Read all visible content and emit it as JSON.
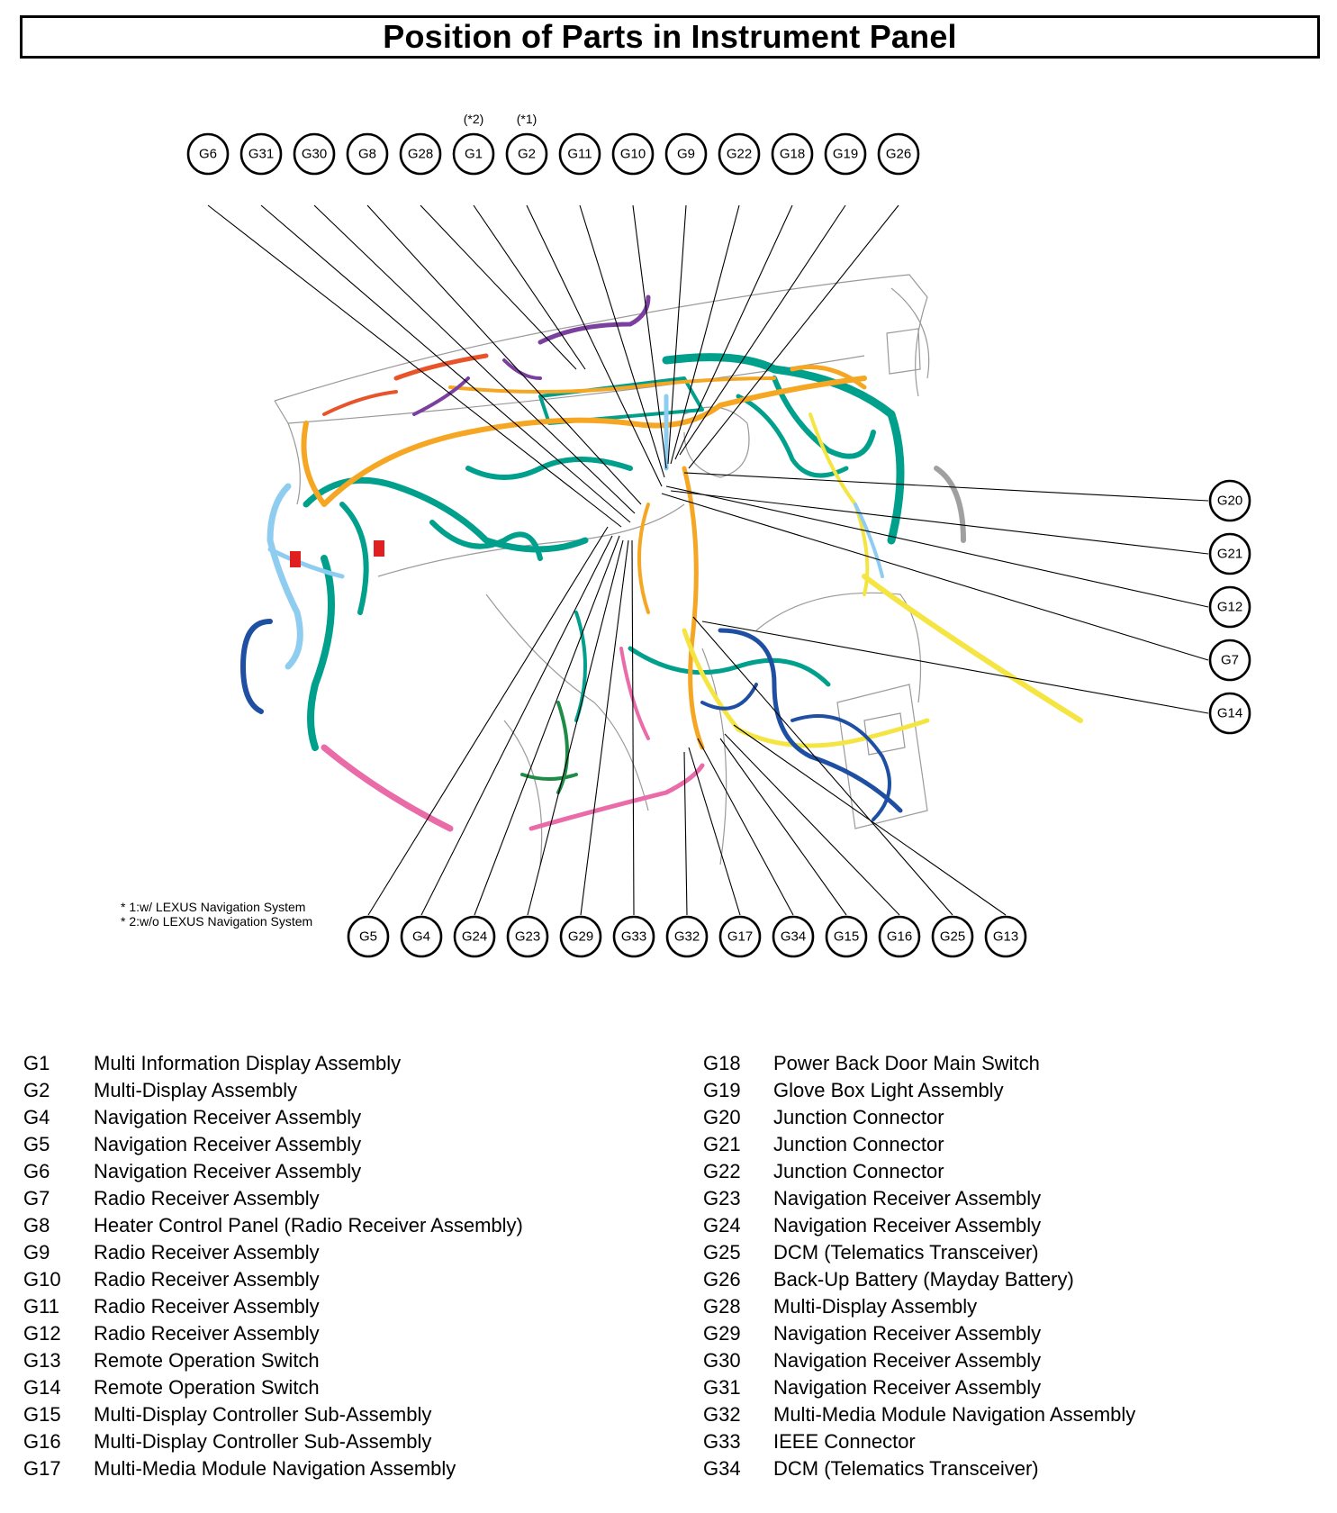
{
  "title": "Position of Parts in Instrument Panel",
  "colors": {
    "teal": "#00a08c",
    "orange": "#f5a623",
    "yellow": "#f4e542",
    "light_blue": "#8fcdf0",
    "dark_blue": "#1f4fa3",
    "pink": "#e96ba8",
    "purple": "#7b3fa0",
    "red_orange": "#e8542a",
    "green": "#1e8c46",
    "red": "#e02020"
  },
  "notes": [
    "* 1:w/ LEXUS Navigation System",
    "* 2:w/o LEXUS Navigation System"
  ],
  "top_markers": {
    "G1": "(*2)",
    "G2": "(*1)"
  },
  "callouts": {
    "top": [
      "G6",
      "G31",
      "G30",
      "G8",
      "G28",
      "G1",
      "G2",
      "G11",
      "G10",
      "G9",
      "G22",
      "G18",
      "G19",
      "G26"
    ],
    "right": [
      "G20",
      "G21",
      "G12",
      "G7",
      "G14"
    ],
    "bottom": [
      "G5",
      "G4",
      "G24",
      "G23",
      "G29",
      "G33",
      "G32",
      "G17",
      "G34",
      "G15",
      "G16",
      "G25",
      "G13"
    ]
  },
  "legend_left": [
    {
      "id": "G1",
      "name": "Multi Information Display Assembly"
    },
    {
      "id": "G2",
      "name": "Multi-Display Assembly"
    },
    {
      "id": "G4",
      "name": "Navigation Receiver Assembly"
    },
    {
      "id": "G5",
      "name": "Navigation Receiver Assembly"
    },
    {
      "id": "G6",
      "name": "Navigation Receiver Assembly"
    },
    {
      "id": "G7",
      "name": "Radio Receiver Assembly"
    },
    {
      "id": "G8",
      "name": "Heater Control Panel (Radio Receiver Assembly)"
    },
    {
      "id": "G9",
      "name": "Radio Receiver Assembly"
    },
    {
      "id": "G10",
      "name": "Radio Receiver Assembly"
    },
    {
      "id": "G11",
      "name": "Radio Receiver Assembly"
    },
    {
      "id": "G12",
      "name": "Radio Receiver Assembly"
    },
    {
      "id": "G13",
      "name": "Remote Operation Switch"
    },
    {
      "id": "G14",
      "name": "Remote Operation Switch"
    },
    {
      "id": "G15",
      "name": "Multi-Display Controller Sub-Assembly"
    },
    {
      "id": "G16",
      "name": "Multi-Display Controller Sub-Assembly"
    },
    {
      "id": "G17",
      "name": "Multi-Media Module Navigation Assembly"
    }
  ],
  "legend_right": [
    {
      "id": "G18",
      "name": "Power Back Door Main Switch"
    },
    {
      "id": "G19",
      "name": "Glove Box Light Assembly"
    },
    {
      "id": "G20",
      "name": "Junction Connector"
    },
    {
      "id": "G21",
      "name": "Junction Connector"
    },
    {
      "id": "G22",
      "name": "Junction Connector"
    },
    {
      "id": "G23",
      "name": "Navigation Receiver Assembly"
    },
    {
      "id": "G24",
      "name": "Navigation Receiver Assembly"
    },
    {
      "id": "G25",
      "name": "DCM (Telematics Transceiver)"
    },
    {
      "id": "G26",
      "name": "Back-Up Battery (Mayday Battery)"
    },
    {
      "id": "G28",
      "name": "Multi-Display Assembly"
    },
    {
      "id": "G29",
      "name": "Navigation Receiver Assembly"
    },
    {
      "id": "G30",
      "name": "Navigation Receiver Assembly"
    },
    {
      "id": "G31",
      "name": "Navigation Receiver Assembly"
    },
    {
      "id": "G32",
      "name": "Multi-Media Module Navigation Assembly"
    },
    {
      "id": "G33",
      "name": "IEEE Connector"
    },
    {
      "id": "G34",
      "name": "DCM (Telematics Transceiver)"
    }
  ]
}
